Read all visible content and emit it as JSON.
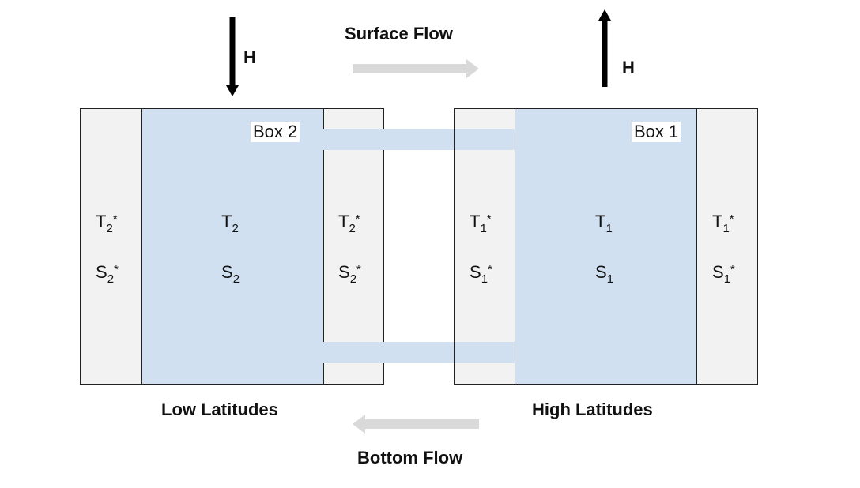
{
  "heat_label_left": "H",
  "heat_label_right": "H",
  "surface_flow": "Surface Flow",
  "bottom_flow": "Bottom Flow",
  "box2_label": "Box 2",
  "box1_label": "Box 1",
  "low_latitudes": "Low Latitudes",
  "high_latitudes": "High Latitudes",
  "colors": {
    "box_fill": "#d0e0f0",
    "side_fill": "#f2f2f2",
    "flow_arrow": "#d9d9d9",
    "heat_arrow": "#000000"
  },
  "box2": {
    "left": {
      "t": "T",
      "t_sub": "2",
      "t_sup": "*",
      "s": "S",
      "s_sub": "2",
      "s_sup": "*"
    },
    "center": {
      "t": "T",
      "t_sub": "2",
      "s": "S",
      "s_sub": "2"
    },
    "right": {
      "t": "T",
      "t_sub": "2",
      "t_sup": "*",
      "s": "S",
      "s_sub": "2",
      "s_sup": "*"
    }
  },
  "box1": {
    "left": {
      "t": "T",
      "t_sub": "1",
      "t_sup": "*",
      "s": "S",
      "s_sub": "1",
      "s_sup": "*"
    },
    "center": {
      "t": "T",
      "t_sub": "1",
      "s": "S",
      "s_sub": "1"
    },
    "right": {
      "t": "T",
      "t_sub": "1",
      "t_sup": "*",
      "s": "S",
      "s_sub": "1",
      "s_sup": "*"
    }
  }
}
